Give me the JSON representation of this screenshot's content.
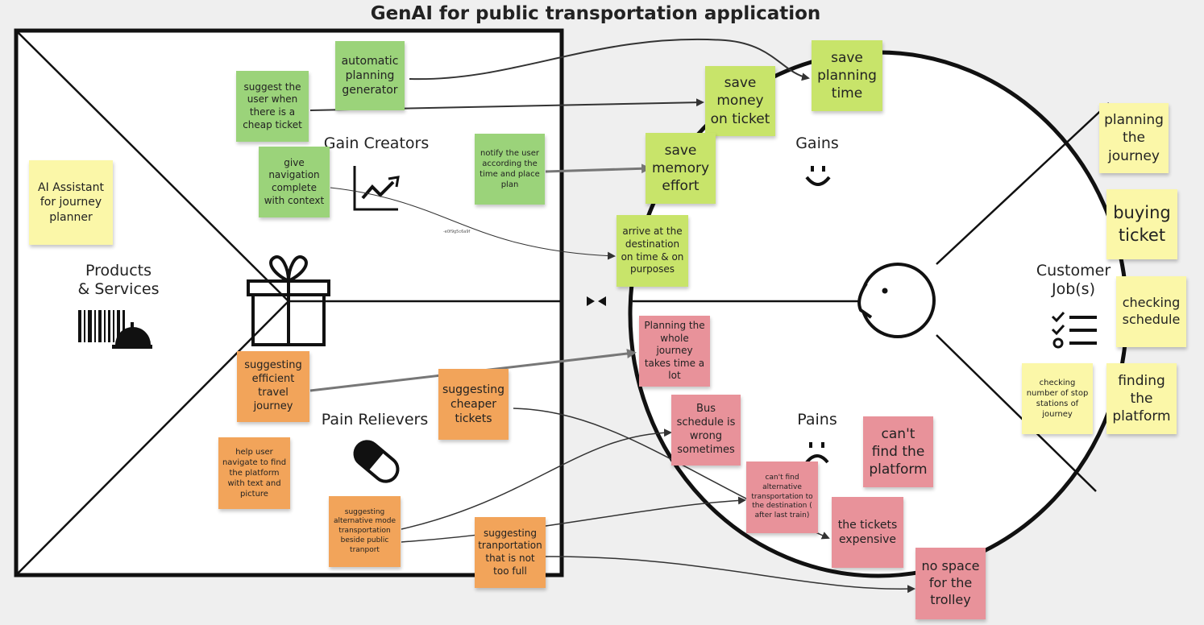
{
  "title": "GenAI for public transportation application",
  "sections": {
    "products": "Products\n& Services",
    "gain_creators": "Gain Creators",
    "pain_relievers": "Pain Relievers",
    "gains": "Gains",
    "pains": "Pains",
    "customer_jobs": "Customer\nJob(s)"
  },
  "connector_note": "-e0f9g5c6a9f",
  "notes": {
    "ai_assistant": "AI Assistant for journey planner",
    "automatic_planning": "automatic planning generator",
    "suggest_cheap_ticket": "suggest the user when there is a cheap ticket",
    "give_navigation": "give navigation complete with context",
    "notify_user": "notify the user according the time and place plan",
    "suggesting_efficient": "suggesting efficient travel journey",
    "suggesting_cheaper": "suggesting cheaper tickets",
    "help_navigate": "help user navigate to find the platform with text and picture",
    "suggesting_alternative": "suggesting alternative mode transportation beside public tranport",
    "suggesting_not_full": "suggesting tranportation that is not too full",
    "save_money": "save money on ticket",
    "save_planning_time": "save planning time",
    "save_memory": "save memory effort",
    "arrive_destination": "arrive at the destination on time & on purposes",
    "planning_takes_time": "Planning the whole journey takes time a lot",
    "bus_schedule_wrong": "Bus schedule is wrong sometimes",
    "cant_find_alternative": "can't find alternative transportation to the destination ( after last train)",
    "cant_find_platform": "can't find the platform",
    "tickets_expensive": "the tickets expensive",
    "no_space_trolley": "no space for the trolley",
    "planning_journey": "planning the journey",
    "buying_ticket": "buying ticket",
    "checking_schedule": "checking schedule",
    "checking_stops": "checking number of stop stations of journey",
    "finding_platform": "finding the platform"
  },
  "icons": [
    "barcode-icon",
    "service-bell-icon",
    "gift-icon",
    "growth-chart-icon",
    "pill-icon",
    "smile-face-icon",
    "sad-face-icon",
    "customer-face-icon",
    "checklist-icon"
  ],
  "colors": {
    "yellow": "#fbf7a8",
    "lime": "#c8e46a",
    "green": "#9bd37a",
    "orange": "#f2a45a",
    "pink": "#e8929a"
  }
}
